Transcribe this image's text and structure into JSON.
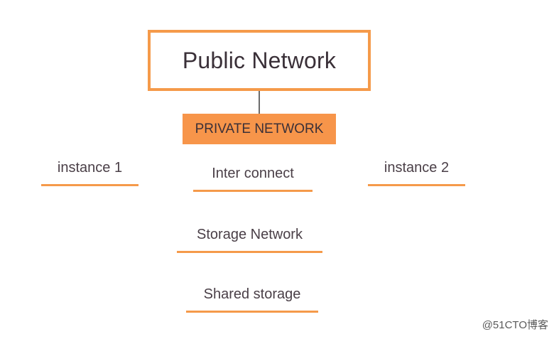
{
  "diagram": {
    "public_network": "Public Network",
    "private_network": "PRIVATE NETWORK",
    "instance_1": "instance 1",
    "instance_2": "instance 2",
    "inter_connect": "Inter connect",
    "storage_network": "Storage Network",
    "shared_storage": "Shared storage"
  },
  "watermark": "@51CTO博客",
  "colors": {
    "accent": "#f59a4a",
    "text": "#3a3038",
    "connector": "#6b6b6b"
  }
}
